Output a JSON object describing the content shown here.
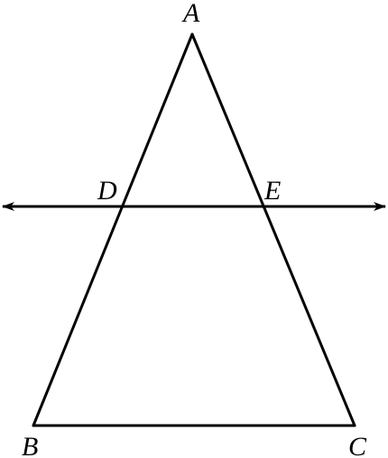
{
  "diagram": {
    "points": {
      "A": "A",
      "B": "B",
      "C": "C",
      "D": "D",
      "E": "E"
    },
    "stroke_color": "#000000",
    "background_color": "#ffffff"
  }
}
